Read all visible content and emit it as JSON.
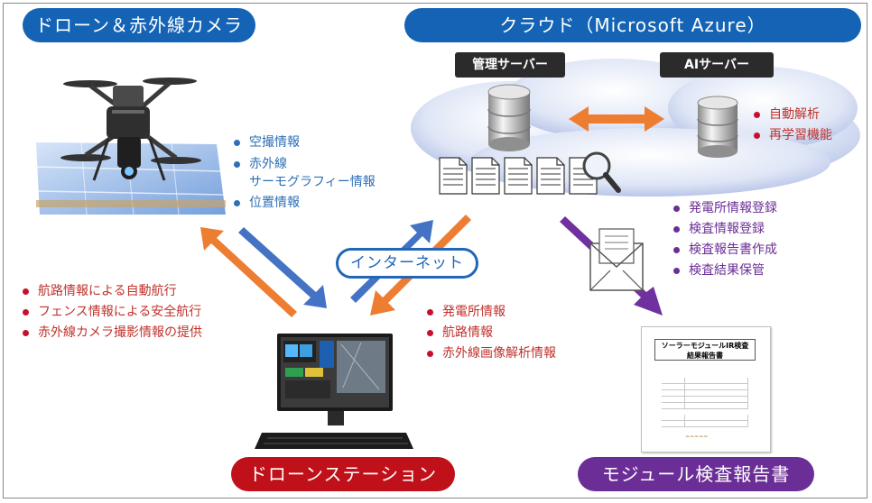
{
  "headers": {
    "drone_camera": "ドローン＆赤外線カメラ",
    "cloud": "クラウド（Microsoft Azure）",
    "drone_station": "ドローンステーション",
    "module_report": "モジュール検査報告書"
  },
  "servers": {
    "management": "管理サーバー",
    "ai": "AIサーバー"
  },
  "ai_features": [
    "自動解析",
    "再学習機能"
  ],
  "drone_info": {
    "items": [
      {
        "text": "空撮情報"
      },
      {
        "text": "赤外線",
        "sub": "サーモグラフィー情報"
      },
      {
        "text": "位置情報"
      }
    ]
  },
  "station_to_drone": [
    "航路情報による自動航行",
    "フェンス情報による安全航行",
    "赤外線カメラ撮影情報の提供"
  ],
  "cloud_to_station": [
    "発電所情報",
    "航路情報",
    "赤外線画像解析情報"
  ],
  "cloud_to_report": [
    "発電所情報登録",
    "検査情報登録",
    "検査報告書作成",
    "検査結果保管"
  ],
  "internet_label": "インターネット",
  "report_doc": {
    "title_line1": "ソーラーモジュールIR検査",
    "title_line2": "結果報告書"
  },
  "colors": {
    "blue_pill": "#1463b5",
    "red_pill": "#c0101a",
    "purple_pill": "#6b2e96",
    "arrow_orange": "#ed7d31",
    "arrow_blue": "#4472c4",
    "arrow_purple": "#7030a0"
  }
}
